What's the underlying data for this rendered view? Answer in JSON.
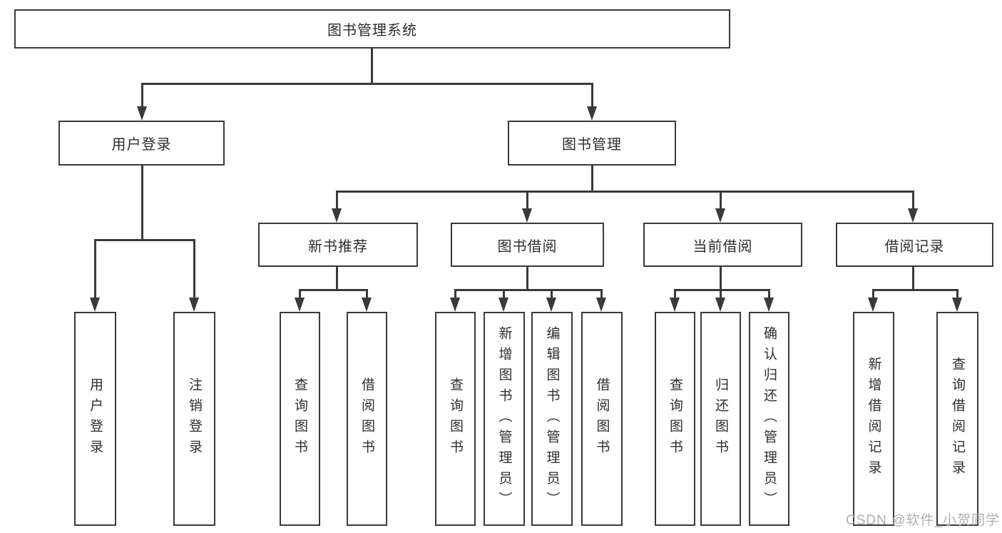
{
  "diagram": {
    "watermark": "CSDN @软件_小贺同学",
    "colors": {
      "line": "#3a3a3a",
      "box_border": "#3a3a3a",
      "box_fill": "#ffffff",
      "text": "#2e2e2e",
      "watermark": "#a8a8a8"
    },
    "root": {
      "label": "图书管理系统",
      "children": [
        {
          "label": "用户登录",
          "children": [
            {
              "label": "用户登录"
            },
            {
              "label": "注销登录"
            }
          ]
        },
        {
          "label": "图书管理",
          "children": [
            {
              "label": "新书推荐",
              "children": [
                {
                  "label": "查询图书"
                },
                {
                  "label": "借阅图书"
                }
              ]
            },
            {
              "label": "图书借阅",
              "children": [
                {
                  "label": "查询图书"
                },
                {
                  "label": "新增图书（管理员）"
                },
                {
                  "label": "编辑图书（管理员）"
                },
                {
                  "label": "借阅图书"
                }
              ]
            },
            {
              "label": "当前借阅",
              "children": [
                {
                  "label": "查询图书"
                },
                {
                  "label": "归还图书"
                },
                {
                  "label": "确认归还（管理员）"
                }
              ]
            },
            {
              "label": "借阅记录",
              "children": [
                {
                  "label": "新增借阅记录"
                },
                {
                  "label": "查询借阅记录"
                }
              ]
            }
          ]
        }
      ]
    }
  }
}
